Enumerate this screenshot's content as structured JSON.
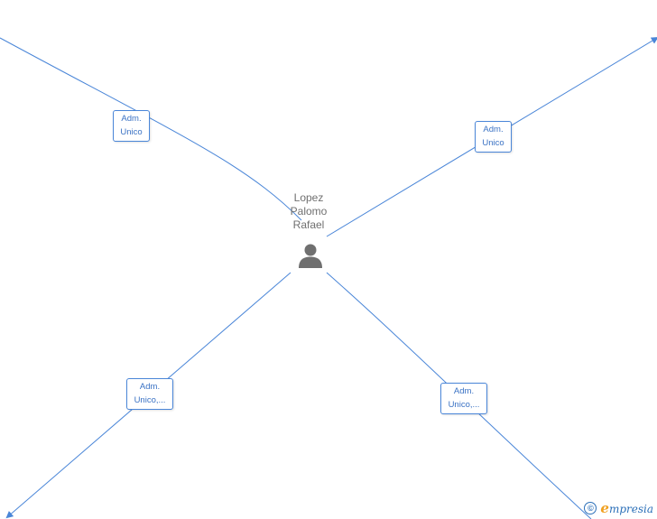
{
  "person": {
    "name_lines": [
      "Lopez",
      "Palomo",
      "Rafael"
    ],
    "icon": "person-icon"
  },
  "edges": [
    {
      "id": "nw",
      "label_lines": [
        "Adm.",
        "Unico"
      ]
    },
    {
      "id": "ne",
      "label_lines": [
        "Adm.",
        "Unico"
      ]
    },
    {
      "id": "sw",
      "label_lines": [
        "Adm.",
        "Unico,..."
      ]
    },
    {
      "id": "se",
      "label_lines": [
        "Adm.",
        "Unico,..."
      ]
    }
  ],
  "footer": {
    "copyright_symbol": "©",
    "brand_initial": "e",
    "brand_rest": "mpresia"
  },
  "colors": {
    "edge": "#4a86d8",
    "label_text": "#3a72c4",
    "person": "#6f6f6f",
    "brand_blue": "#2b6fb8",
    "brand_orange": "#f0a020"
  }
}
